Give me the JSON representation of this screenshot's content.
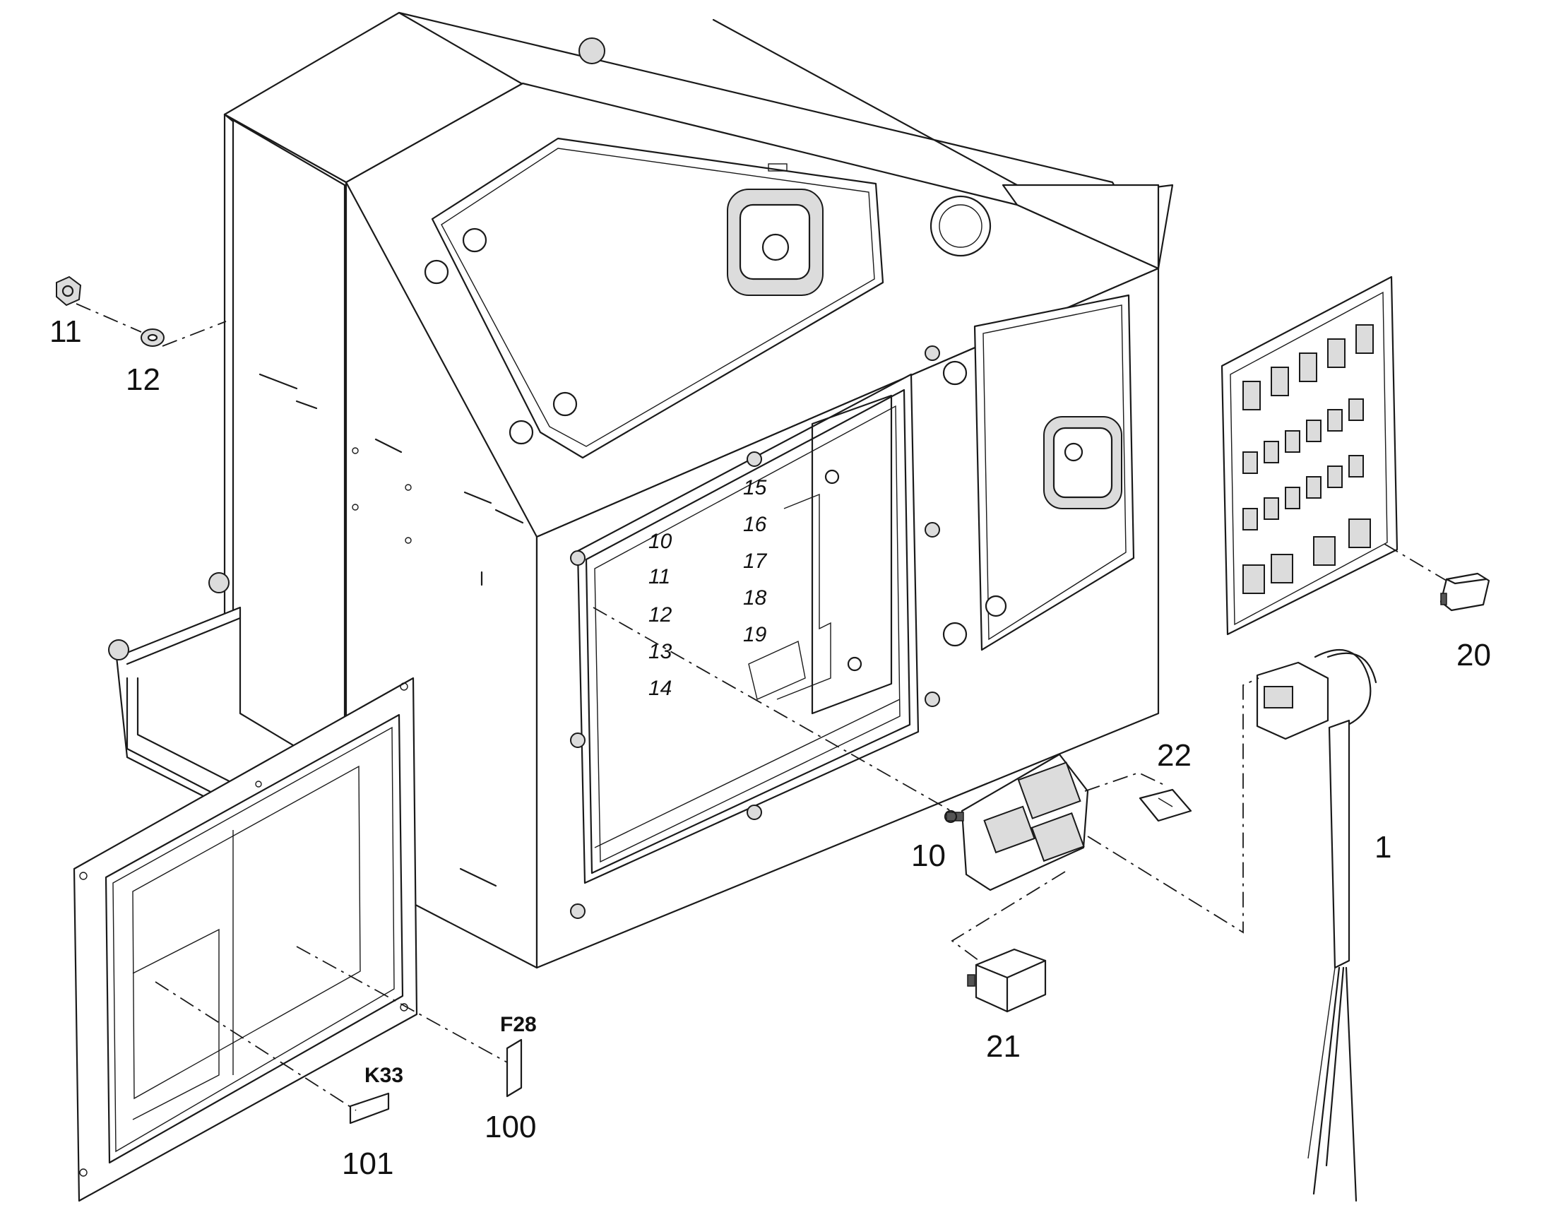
{
  "callouts": {
    "p1": "1",
    "p10": "10",
    "p11": "11",
    "p12": "12",
    "p20": "20",
    "p21": "21",
    "p22": "22",
    "p100": "100",
    "p101": "101"
  },
  "label_tags": {
    "f28": "F28",
    "k33": "K33"
  },
  "slot_numbers": {
    "s10": "10",
    "s11": "11",
    "s12": "12",
    "s13": "13",
    "s14": "14",
    "s15": "15",
    "s16": "16",
    "s17": "17",
    "s18": "18",
    "s19": "19"
  },
  "colors": {
    "line": "#1a1a1a",
    "background": "#ffffff",
    "part_fill": "#dcdcdc"
  }
}
